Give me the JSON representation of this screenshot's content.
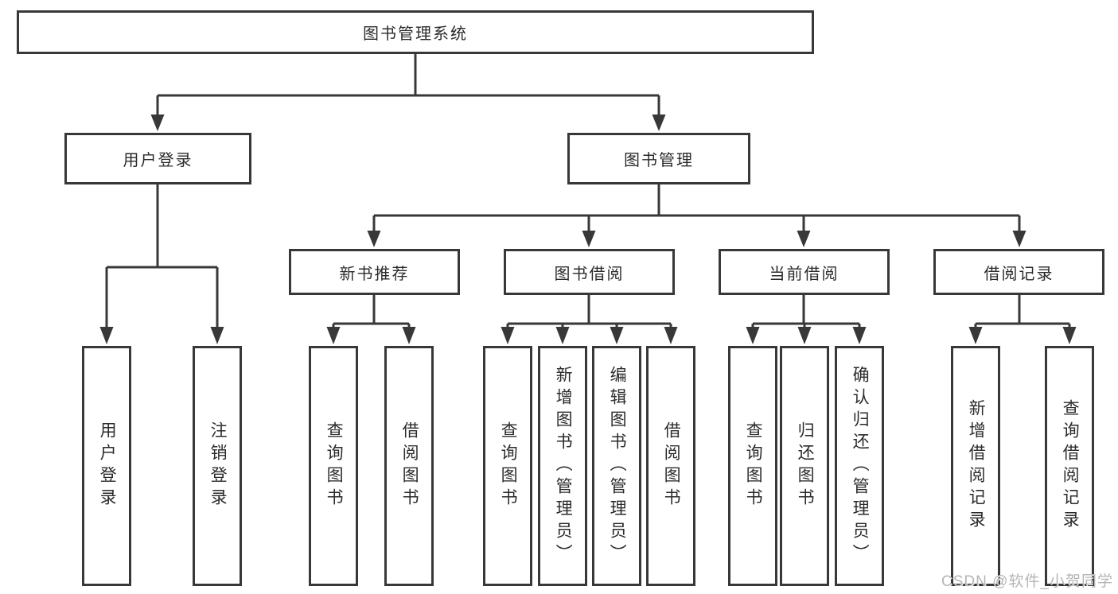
{
  "diagram": {
    "root": "图书管理系统",
    "level2": [
      "用户登录",
      "图书管理"
    ],
    "level3": [
      "新书推荐",
      "图书借阅",
      "当前借阅",
      "借阅记录"
    ],
    "groups": {
      "user": [
        "用户登录",
        "注销登录"
      ],
      "recommend": [
        "查询图书",
        "借阅图书"
      ],
      "borrow": [
        "查询图书",
        "新增图书（管理员）",
        "编辑图书（管理员）",
        "借阅图书"
      ],
      "current": [
        "查询图书",
        "归还图书",
        "确认归还（管理员）"
      ],
      "records": [
        "新增借阅记录",
        "查询借阅记录"
      ]
    }
  },
  "watermark": "CSDN @软件_小贺同学",
  "colors": {
    "line": "#383838",
    "text": "#2b2b2b",
    "box_background": "#ffffff",
    "watermark": "#b5b5b5"
  }
}
